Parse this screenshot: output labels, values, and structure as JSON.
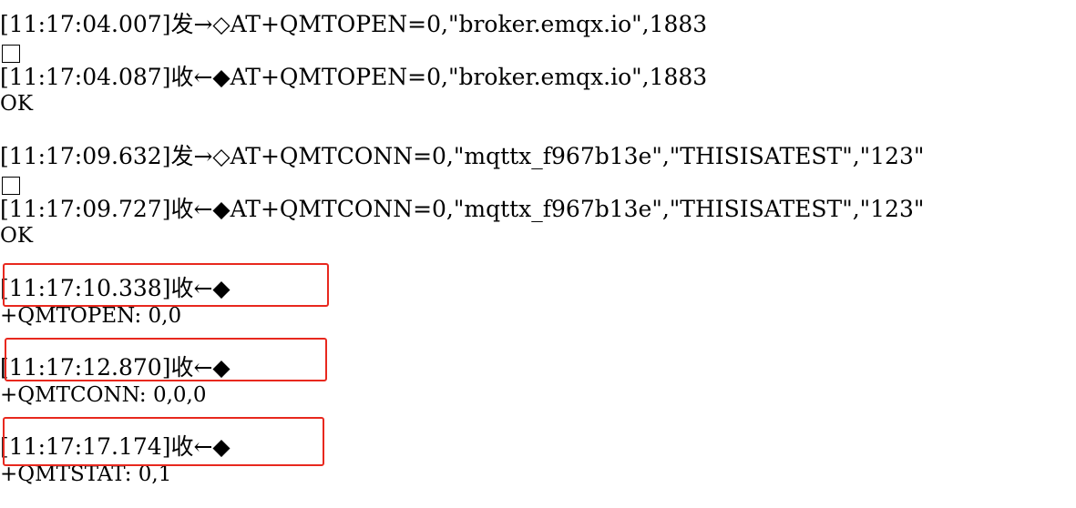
{
  "log": {
    "lines": [
      {
        "text": "[11:17:04.007]发→◇AT+QMTOPEN=0,\"broker.emqx.io\",1883"
      },
      {
        "text": ""
      },
      {
        "text": "[11:17:04.087]收←◆AT+QMTOPEN=0,\"broker.emqx.io\",1883"
      },
      {
        "text": "OK"
      },
      {
        "text": "[11:17:09.632]发→◇AT+QMTCONN=0,\"mqttx_f967b13e\",\"THISISATEST\",\"123\""
      },
      {
        "text": ""
      },
      {
        "text": "[11:17:09.727]收←◆AT+QMTCONN=0,\"mqttx_f967b13e\",\"THISISATEST\",\"123\""
      },
      {
        "text": "OK"
      },
      {
        "text": "[11:17:10.338]收←◆"
      },
      {
        "text": "+QMTOPEN: 0,0"
      },
      {
        "text": "[11:17:12.870]收←◆"
      },
      {
        "text": "+QMTCONN: 0,0,0"
      },
      {
        "text": "[11:17:17.174]收←◆"
      },
      {
        "text": "+QMTSTAT: 0,1"
      }
    ]
  },
  "colors": {
    "highlight_border": "#e8281e",
    "text": "#000000",
    "background": "#ffffff"
  },
  "icons": {
    "box": "empty-box-icon"
  }
}
